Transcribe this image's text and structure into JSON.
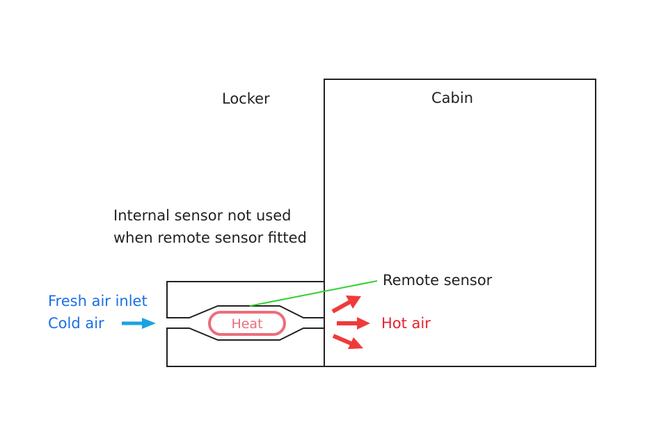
{
  "labels": {
    "locker": "Locker",
    "cabin": "Cabin",
    "internal_sensor_line1": "Internal sensor not used",
    "internal_sensor_line2": "when remote sensor fitted",
    "remote_sensor": "Remote sensor",
    "fresh_air_inlet": "Fresh air inlet",
    "cold_air": "Cold air",
    "heat": "Heat",
    "hot_air": "Hot air"
  },
  "colors": {
    "outline": "#231f20",
    "cold": "#1a6fe6",
    "cold_arrow": "#1aa3e0",
    "hot": "#e8212a",
    "heat": "#ec6d7a",
    "sensor_wire": "#2fd12f"
  }
}
